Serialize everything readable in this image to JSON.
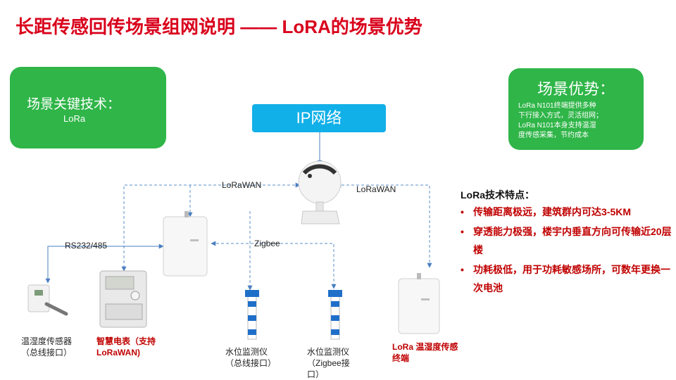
{
  "title": "长距传感回传场景组网说明 —— LoRA的场景优势",
  "left_box": {
    "heading": "场景关键技术：",
    "value": "LoRa"
  },
  "right_box": {
    "heading": "场景优势：",
    "lines": [
      "LoRa N101终端提供多种",
      "下行接入方式，灵活组网；",
      "LoRa N101本身支持温湿",
      "度传感采集，节约成本"
    ]
  },
  "ip_label": "IP网络",
  "links": {
    "lorawan_left": "LoRaWAN",
    "lorawan_right": "LoRaWAN",
    "rs232": "RS232/485",
    "zigbee": "Zigbee"
  },
  "features": {
    "title": "LoRa技术特点：",
    "bullet": "•",
    "items": [
      "传输距离极远，建筑群内可达3-5KM",
      "穿透能力极强，楼宇内垂直方向可传输近20层楼",
      "功耗极低，用于功耗敏感场所，可数年更换一次电池"
    ]
  },
  "devices": {
    "sensor": "温湿度传感器（总线接口）",
    "meter": "智慧电表（支持LoRaWAN)",
    "water1": "水位监测仪（总线接口）",
    "water2": "水位监测仪（Zigbee接口）",
    "lora_terminal": "LoRa 温湿度传感终端"
  },
  "colors": {
    "title_red": "#d9001b",
    "green": "#2fb548",
    "ip_blue": "#12b0e8",
    "link_blue": "#5b8fc9",
    "feature_red": "#c00000"
  }
}
